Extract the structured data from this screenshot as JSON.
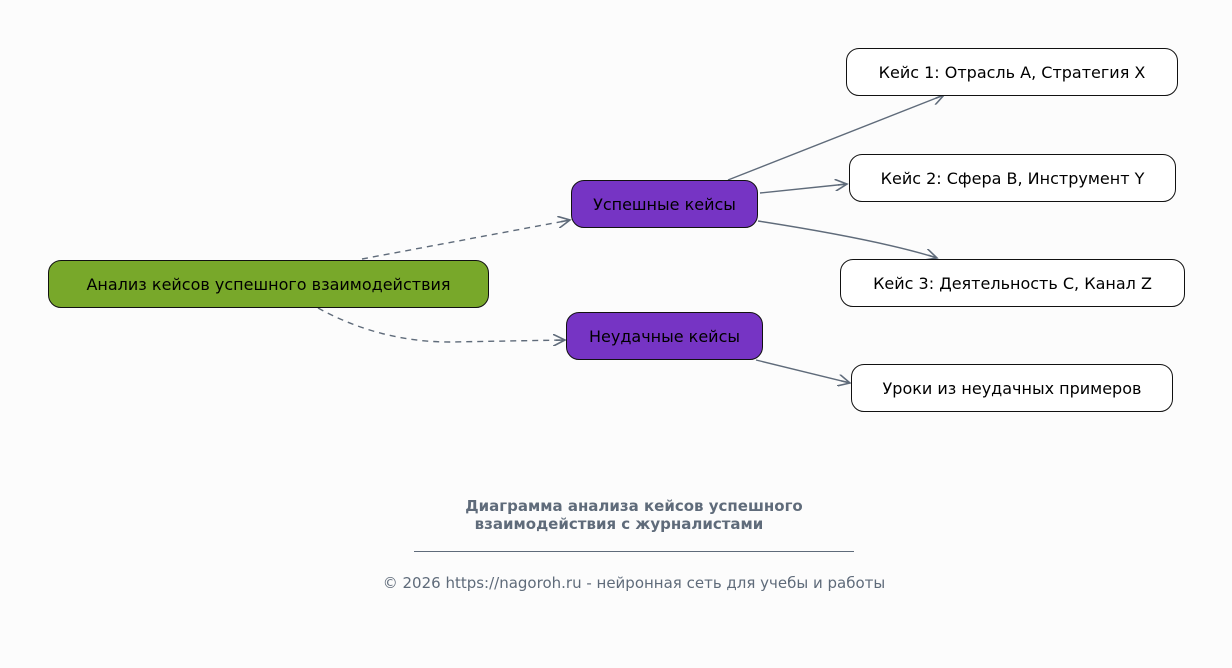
{
  "colors": {
    "root": "#78a82a",
    "category": "#7634c4",
    "leaf": "#ffffff",
    "edge": "#5f6b7a",
    "background": "#fcfcfc"
  },
  "nodes": {
    "root": "Анализ кейсов успешного взаимодействия",
    "success": "Успешные кейсы",
    "failure": "Неудачные кейсы",
    "case1": "Кейс 1: Отрасль A, Стратегия X",
    "case2": "Кейс 2: Сфера B, Инструмент Y",
    "case3": "Кейс 3: Деятельность C, Канал Z",
    "lessons": "Уроки из неудачных примеров"
  },
  "edges": [
    {
      "from": "root",
      "to": "success",
      "style": "dashed"
    },
    {
      "from": "root",
      "to": "failure",
      "style": "dashed"
    },
    {
      "from": "success",
      "to": "case1",
      "style": "solid"
    },
    {
      "from": "success",
      "to": "case2",
      "style": "solid"
    },
    {
      "from": "success",
      "to": "case3",
      "style": "solid"
    },
    {
      "from": "failure",
      "to": "lessons",
      "style": "solid"
    }
  ],
  "caption": {
    "line1": "Диаграмма анализа кейсов успешного",
    "line2": "взаимодействия с журналистами",
    "footer": "© 2026 https://nagoroh.ru - нейронная сеть для учебы и работы"
  }
}
